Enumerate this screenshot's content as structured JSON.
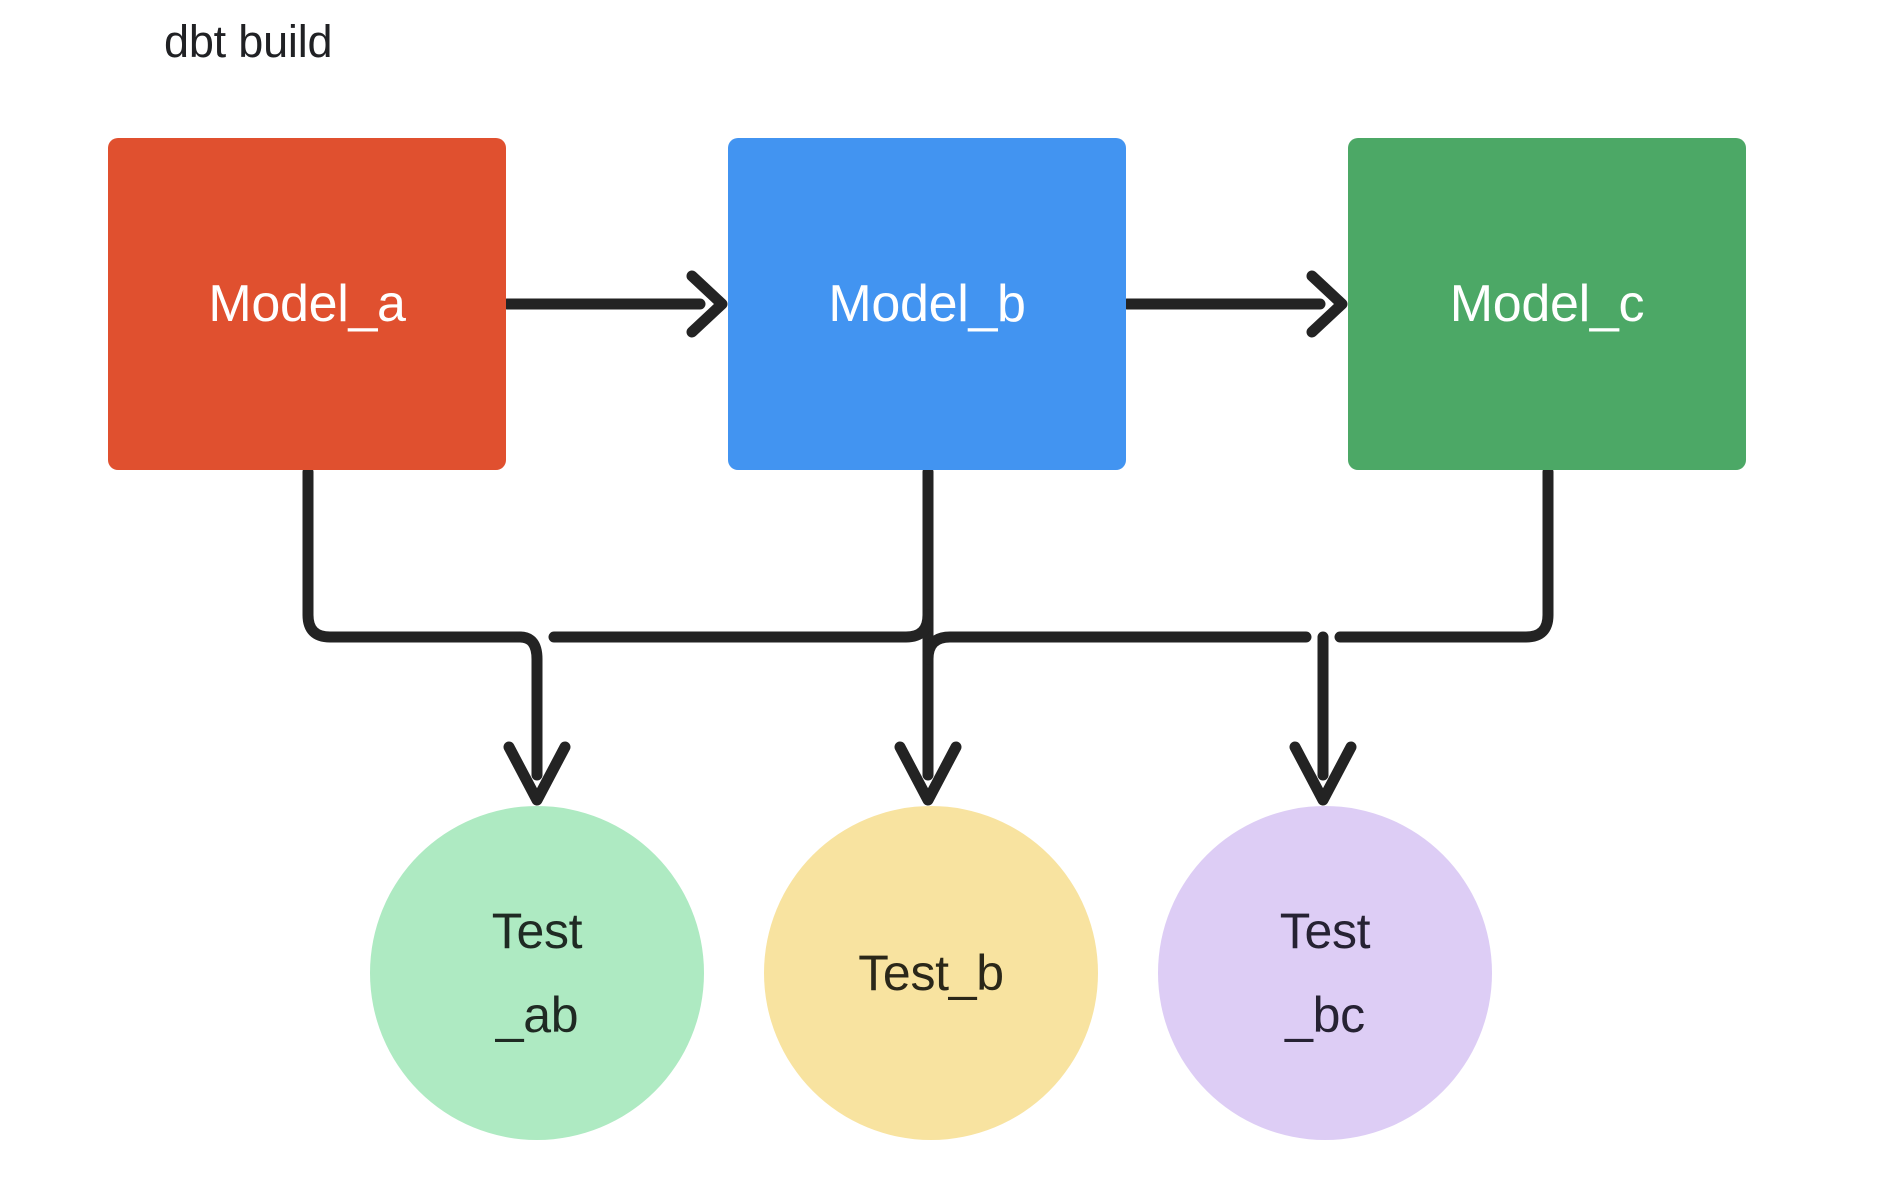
{
  "diagram": {
    "title": "dbt build",
    "background": "#ffffff",
    "edge_color": "#232323",
    "models": [
      {
        "id": "model-a",
        "label": "Model_a",
        "color": "#e0502f",
        "text_color": "#ffffff"
      },
      {
        "id": "model-b",
        "label": "Model_b",
        "color": "#4294f1",
        "text_color": "#ffffff"
      },
      {
        "id": "model-c",
        "label": "Model_c",
        "color": "#4ca866",
        "text_color": "#ffffff"
      }
    ],
    "tests": [
      {
        "id": "test-ab",
        "line1": "Test",
        "line2": "_ab",
        "color": "#aeeac2",
        "text_color": "#1f2a23"
      },
      {
        "id": "test-b",
        "line1": "Test_b",
        "line2": "",
        "color": "#f8e3a0",
        "text_color": "#2a2719"
      },
      {
        "id": "test-bc",
        "line1": "Test",
        "line2": "_bc",
        "color": "#ddcdf5",
        "text_color": "#262233"
      }
    ],
    "edges": [
      {
        "from": "model-a",
        "to": "model-b",
        "kind": "horizontal-arrow"
      },
      {
        "from": "model-b",
        "to": "model-c",
        "kind": "horizontal-arrow"
      },
      {
        "from": "model-a",
        "to": "test-ab",
        "kind": "orthogonal-bus-arrow"
      },
      {
        "from": "model-b",
        "to": "test-b",
        "kind": "orthogonal-bus-arrow"
      },
      {
        "from": "model-b",
        "to": "test-ab",
        "kind": "orthogonal-bus-arrow"
      },
      {
        "from": "model-b",
        "to": "test-bc",
        "kind": "orthogonal-bus-arrow"
      },
      {
        "from": "model-c",
        "to": "test-bc",
        "kind": "orthogonal-bus-arrow"
      }
    ]
  }
}
